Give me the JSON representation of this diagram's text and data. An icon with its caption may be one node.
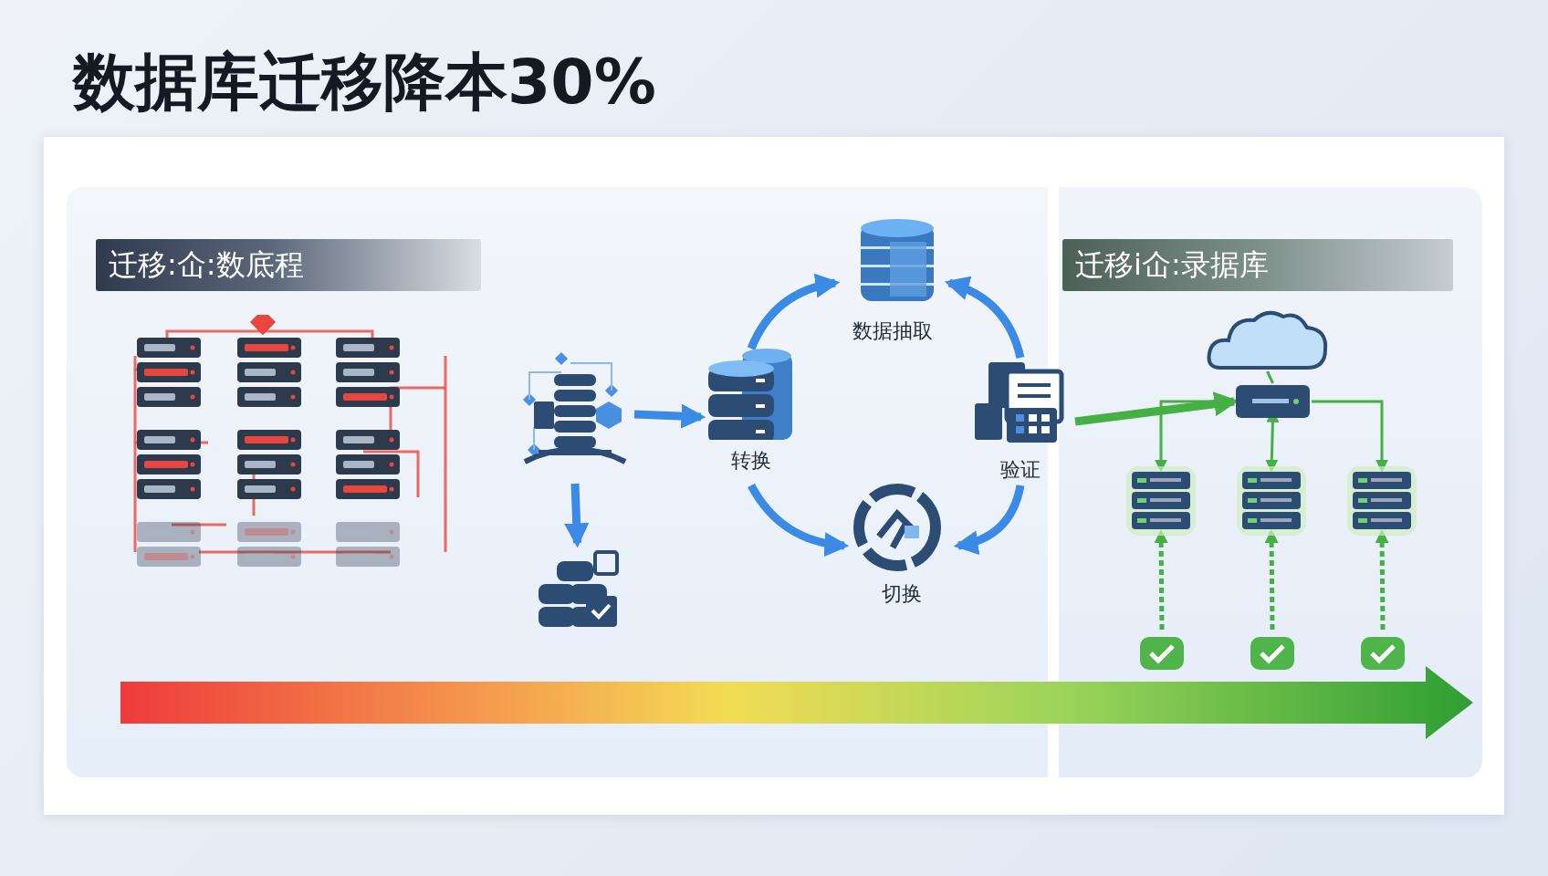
{
  "diagram": {
    "title": "数据库迁移降本30%",
    "nodes": [
      {
        "text": [
          "迁移:仚:数底程"
        ]
      },
      {
        "text": [
          "迁移i仚:录据库"
        ]
      },
      {
        "text": [],
        "shape": "picture"
      },
      {
        "text": [],
        "shape": "picture"
      },
      {
        "text": [
          "转换"
        ]
      },
      {
        "text": [
          "数据抽取"
        ]
      },
      {
        "text": [
          "验证"
        ]
      },
      {
        "text": [
          "切换"
        ]
      },
      {
        "text": [],
        "shape": "cloud"
      },
      {
        "text": [],
        "shape": "picture"
      },
      {
        "text": [],
        "shape": "picture"
      },
      {
        "text": [],
        "shape": "picture"
      },
      {
        "text": [],
        "shape": "picture"
      },
      {
        "text": [],
        "shape": "picture"
      },
      {
        "text": [],
        "shape": "picture"
      },
      {
        "text": [],
        "shape": "picture"
      }
    ],
    "edges": [
      {
        "from": 2,
        "to": 4,
        "arrow": "to",
        "style": "thick",
        "color": "#3b8ae6"
      },
      {
        "from": 2,
        "to": 3,
        "arrow": "to",
        "style": "thick",
        "color": "#3b8ae6"
      },
      {
        "from": 4,
        "to": 5,
        "arrow": "to",
        "style": "thick",
        "color": "#3b8ae6"
      },
      {
        "from": 6,
        "to": 5,
        "arrow": "to",
        "style": "thick",
        "color": "#3b8ae6"
      },
      {
        "from": 4,
        "to": 7,
        "arrow": "to",
        "style": "thick",
        "color": "#3b8ae6"
      },
      {
        "from": 6,
        "to": 7,
        "arrow": "to",
        "style": "thick",
        "color": "#3b8ae6"
      },
      {
        "from": 6,
        "to": 9,
        "arrow": "to",
        "style": "thick"
      },
      {
        "from": 9,
        "to": 8,
        "arrow": "none"
      },
      {
        "from": 9,
        "to": 10,
        "arrow": "to"
      },
      {
        "from": 9,
        "to": 11,
        "arrow": "both"
      },
      {
        "from": 9,
        "to": 12,
        "arrow": "to"
      },
      {
        "from": 13,
        "to": 10,
        "arrow": "to",
        "style": "dashed"
      },
      {
        "from": 14,
        "to": 11,
        "arrow": "to",
        "style": "dashed"
      },
      {
        "from": 15,
        "to": 12,
        "arrow": "to",
        "style": "dashed"
      }
    ]
  }
}
